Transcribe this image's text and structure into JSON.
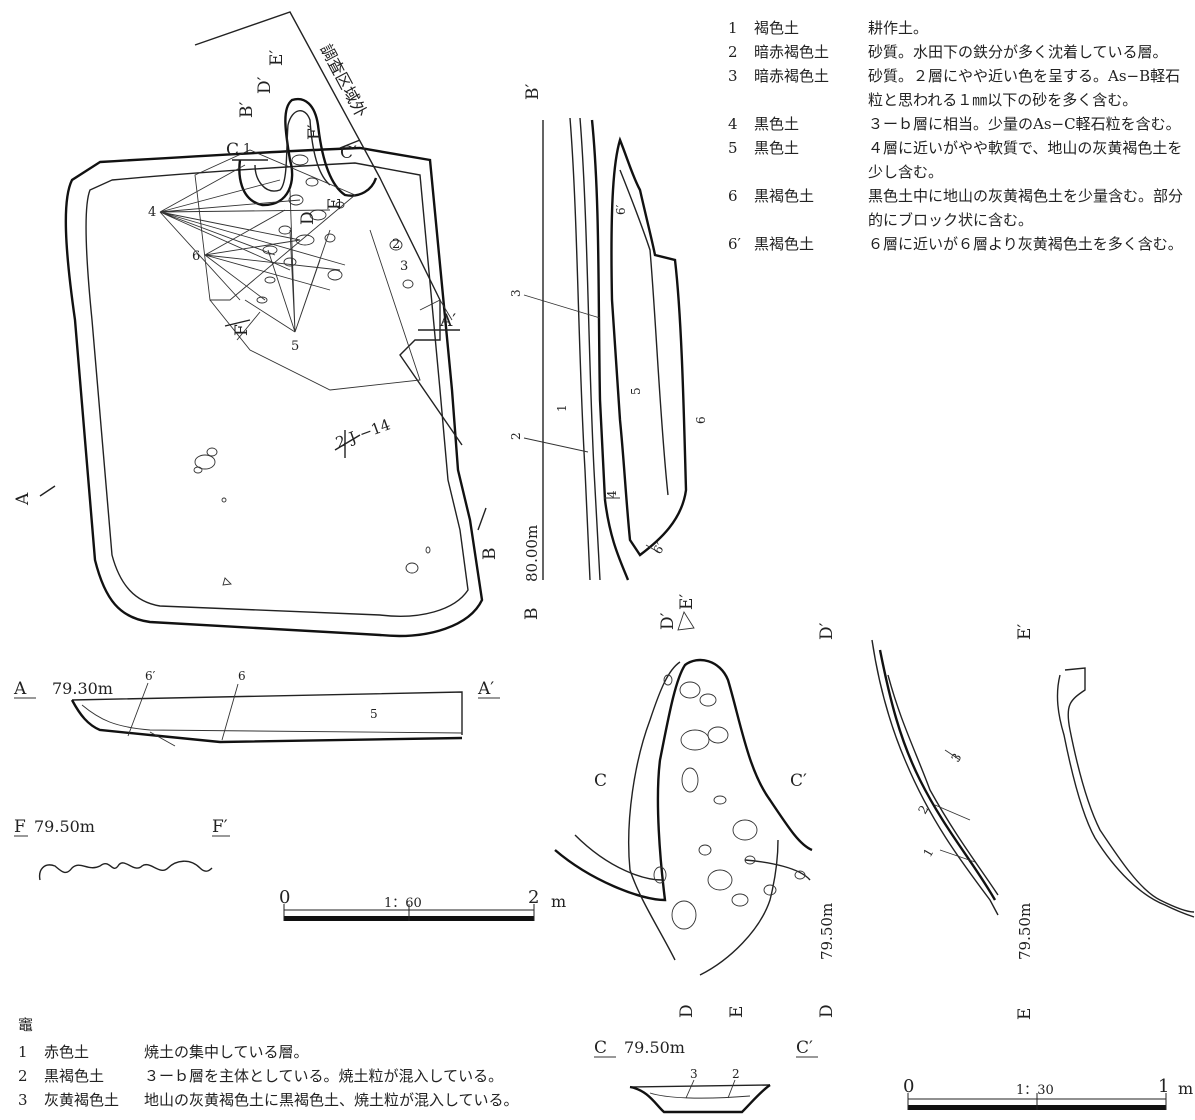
{
  "plan": {
    "outside_label": "調査区域外",
    "grid_label": "2 J −14",
    "markers": {
      "A": "A",
      "A2": "A′",
      "B": "B",
      "B2": "B′",
      "C": "C",
      "C2": "C′",
      "D": "D",
      "D2": "D′",
      "E": "E",
      "E2": "E′",
      "F": "F",
      "F2": "F′"
    },
    "callouts": [
      "4",
      "6",
      "5",
      "1",
      "2",
      "3"
    ]
  },
  "section_AA": {
    "start": "A",
    "end": "A′",
    "elev": "79.30m",
    "layers": [
      "6′",
      "6",
      "5"
    ]
  },
  "section_FF": {
    "start": "F",
    "end": "F′",
    "elev": "79.50m"
  },
  "section_BB": {
    "start": "B",
    "end": "B′",
    "elev": "80.00m",
    "layers": [
      "3",
      "1",
      "2",
      "4",
      "5",
      "6",
      "6′",
      "6′"
    ]
  },
  "scale_60": {
    "zero": "0",
    "ratio": "1：60",
    "end": "2",
    "unit": "m"
  },
  "kamado_plan": {
    "top_label_d": "D′",
    "top_label_e": "E′",
    "c_left": "C",
    "c_right": "C′",
    "d_bottom": "D",
    "e_bottom": "E",
    "elev": "79.50m"
  },
  "section_CC": {
    "start": "C",
    "end": "C′",
    "elev": "79.50m",
    "layers": [
      "3",
      "2"
    ]
  },
  "section_DD": {
    "label": "D′",
    "elev": "79.50m",
    "bottom": "E",
    "layers": [
      "3",
      "2",
      "1"
    ]
  },
  "section_EE": {
    "label": "E′"
  },
  "scale_30": {
    "zero": "0",
    "ratio": "1：30",
    "end": "1",
    "unit": "m"
  },
  "legend_main": [
    {
      "num": "1",
      "soil": "褐色土",
      "desc": "耕作土。"
    },
    {
      "num": "2",
      "soil": "暗赤褐色土",
      "desc": "砂質。水田下の鉄分が多く沈着している層。"
    },
    {
      "num": "3",
      "soil": "暗赤褐色土",
      "desc": "砂質。２層にやや近い色を呈する。As−B軽石粒と思われる１㎜以下の砂を多く含む。"
    },
    {
      "num": "4",
      "soil": "黒色土",
      "desc": "３ーｂ層に相当。少量のAs−C軽石粒を含む。"
    },
    {
      "num": "5",
      "soil": "黒色土",
      "desc": "４層に近いがやや軟質で、地山の灰黄褐色土を少し含む。"
    },
    {
      "num": "6",
      "soil": "黒褐色土",
      "desc": "黒色土中に地山の灰黄褐色土を少量含む。部分的にブロック状に含む。"
    },
    {
      "num": "6′",
      "soil": "黒褐色土",
      "desc": "６層に近いが６層より灰黄褐色土を多く含む。"
    }
  ],
  "kamado_title": "竈",
  "legend_kamado": [
    {
      "num": "1",
      "soil": "赤色土",
      "desc": "焼土の集中している層。"
    },
    {
      "num": "2",
      "soil": "黒褐色土",
      "desc": "３ーｂ層を主体としている。焼土粒が混入している。"
    },
    {
      "num": "3",
      "soil": "灰黄褐色土",
      "desc": "地山の灰黄褐色土に黒褐色土、焼土粒が混入している。"
    }
  ]
}
